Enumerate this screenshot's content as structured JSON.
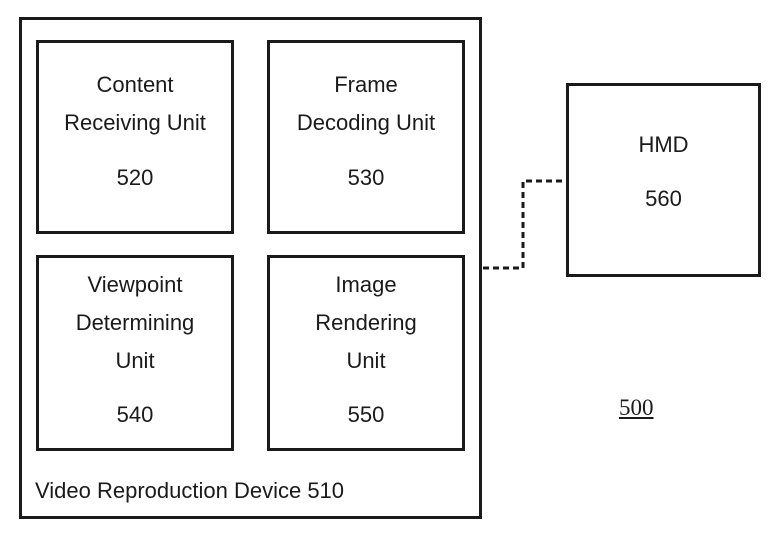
{
  "device": {
    "label": "Video Reproduction Device 510"
  },
  "units": [
    {
      "id": "520",
      "name": "Content\nReceiving Unit",
      "number": "520"
    },
    {
      "id": "530",
      "name": "Frame\nDecoding Unit",
      "number": "530"
    },
    {
      "id": "540",
      "name": "Viewpoint\nDetermining\nUnit",
      "number": "540"
    },
    {
      "id": "550",
      "name": "Image\nRendering\nUnit",
      "number": "550"
    }
  ],
  "hmd": {
    "name": "HMD",
    "number": "560"
  },
  "figure_number": "500",
  "colors": {
    "line": "#1a1a1a",
    "background": "#ffffff"
  }
}
